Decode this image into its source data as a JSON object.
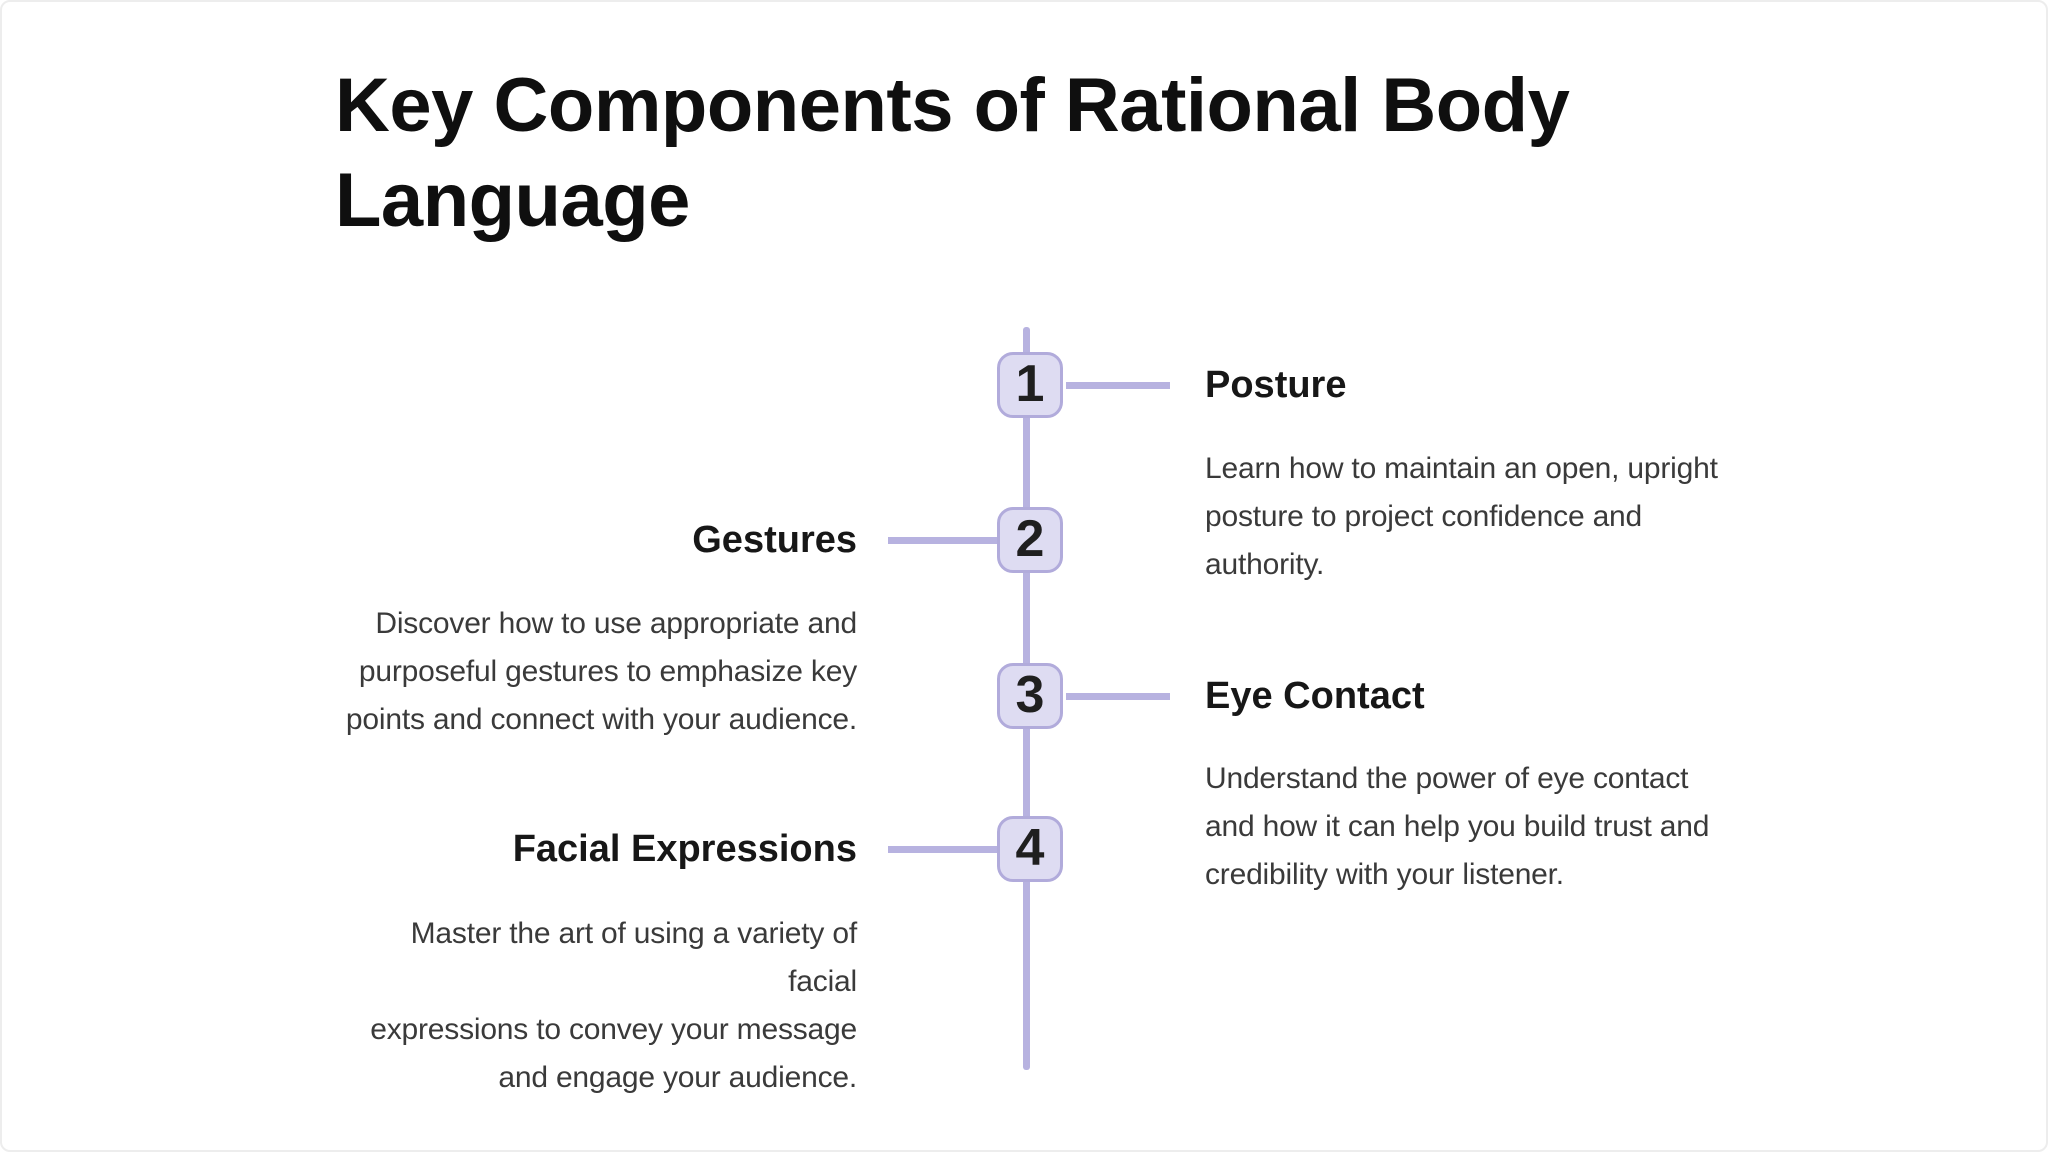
{
  "page": {
    "title": "Key Components of Rational Body Language"
  },
  "timeline": {
    "items": [
      {
        "number": "1",
        "title": "Posture",
        "side": "right",
        "desc_lines": [
          "Learn how to maintain an open, upright",
          "posture to project confidence and",
          "authority."
        ]
      },
      {
        "number": "2",
        "title": "Gestures",
        "side": "left",
        "desc_lines": [
          "Discover how to use appropriate and",
          "purposeful gestures to emphasize key",
          "points and connect with your audience."
        ]
      },
      {
        "number": "3",
        "title": "Eye Contact",
        "side": "right",
        "desc_lines": [
          "Understand the power of eye contact",
          "and how it can help you build trust and",
          "credibility with your listener."
        ]
      },
      {
        "number": "4",
        "title": "Facial Expressions",
        "side": "left",
        "desc_lines": [
          "Master the art of using a variety of facial",
          "expressions to convey your message",
          "and engage your audience."
        ]
      }
    ],
    "colors": {
      "line": "#b7b2e0",
      "node_fill": "#dedcf2",
      "node_border": "#b1abdb",
      "number_text": "#1f1f1f",
      "heading_text": "#171717",
      "body_text": "#3a3a3a",
      "title_text": "#0f0f0f"
    }
  }
}
